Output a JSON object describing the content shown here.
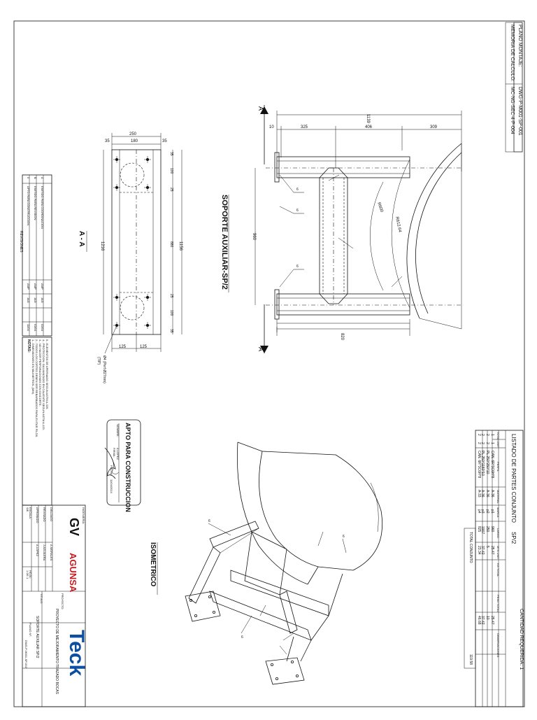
{
  "header_box": {
    "line1": "PLANO MONTAJE:",
    "line1_value": "DWG-P-M001-SP-001",
    "line2": "MEMORIA DE CALCULO:",
    "line2_value": "MC-NG-SEC-4-P-004"
  },
  "view_labels": {
    "section_left": "A",
    "section_right": "A",
    "main_title": "SOPORTE AUXILIAR-SP/2",
    "section_view": "A - A",
    "isometric": "ISOMETRICO"
  },
  "dims_front": {
    "overall": "1139",
    "d10": "10",
    "d325": "325",
    "d406": "406",
    "d309": "309",
    "height": "960",
    "bottom": "820",
    "r1": "R600",
    "r2": "R612.64"
  },
  "dims_section": {
    "top": "250",
    "d35a": "35",
    "d180": "180",
    "d35b": "35",
    "left": "1216",
    "right": "1156",
    "r35a": "35",
    "r100a": "100",
    "r25a": "25",
    "r880": "880",
    "r25b": "25",
    "r100b": "100",
    "r35b": "35",
    "bot1": "125",
    "bot2": "125",
    "hole_note": "Ø4 (Perf.Ø27mm)",
    "hole_note2": "(TIP)"
  },
  "weld_marks": [
    "6",
    "6",
    "6",
    "6",
    "6",
    "6"
  ],
  "revisions": {
    "title": "REVISIONES",
    "rows": [
      {
        "rev": "0",
        "desc": "APTO PARA CONSTRUCCION",
        "by": "AMP",
        "chk": "JAG",
        "date": "11/04"
      },
      {
        "rev": "B",
        "desc": "EMITIDO PARA REVISION",
        "by": "AMP",
        "chk": "JAG",
        "date": "03/04"
      },
      {
        "rev": "A",
        "desc": "EMITIDO PARA COORDINACION",
        "by": "AMP",
        "chk": "JAG",
        "date": "02/04"
      }
    ]
  },
  "notes": {
    "title": "NOTAS:",
    "lines": [
      "1.- DIMENSIONES EN MILIMETROS, (MM).",
      "2.- TODOS LOS CORTES DEBEN SER REBARBADOS PARA EVITAR FILOS.",
      "3.- NO HACER PERFORACIONES CON OXICORTE.",
      "4.- PROTECCION: GALVANIZADO EN CALIENTE SEGUN ASTM A-123.",
      "5.- ELEMENTOS DE APERNADO SEGUN ASTM A-325."
    ]
  },
  "stamp": {
    "title": "APTO PARA CONSTRUCCION",
    "row1": "NOMBRE:",
    "row1_val": "A.LOPEZ",
    "row2": "FIRMA:",
    "row3": "FECHA:",
    "row3_val": "11/04/2014"
  },
  "parts_list": {
    "title": "LISTADO DE PARTES CONJUNTO",
    "title_code": "SP/2",
    "qty_required": "CANTIDAD REQUERIDA: 1",
    "headers": [
      "TOTAL",
      "UNIT",
      "PERFIL",
      "MATERIAL",
      "MARCA",
      "LARGO",
      "MTS UNIT.",
      "KG TOTAL",
      "PESO TOTAL",
      "OBSERVACIONES"
    ],
    "rows": [
      {
        "total": "1",
        "unit": "1",
        "perfil": "CAN. 6R*3C6H*8",
        "material": "A-36",
        "marca": "p1",
        "largo": "960",
        "m_unit": "25.47",
        "kg": "",
        "peso": "25.47",
        "obs": ""
      },
      {
        "total": "2",
        "unit": "2",
        "perfil": "PL 250*250*10",
        "material": "A-36",
        "marca": "p2",
        "largo": "250",
        "m_unit": "5",
        "kg": "",
        "peso": "10",
        "obs": ""
      },
      {
        "total": "2",
        "unit": "2",
        "perfil": "PL 250*1180*10",
        "material": "A-36",
        "marca": "p3",
        "largo": "1907",
        "m_unit": "37.42",
        "kg": "",
        "peso": "37.42",
        "obs": ""
      },
      {
        "total": "2",
        "unit": "2",
        "perfil": "CAN. 6R*3C6H*8",
        "material": "A-33",
        "marca": "p4",
        "largo": "825",
        "m_unit": "23.34",
        "kg": "",
        "peso": "46.68",
        "obs": ""
      }
    ],
    "total_label": "TOTAL CONJUNTO",
    "total_value": "119.58"
  },
  "title_block": {
    "company": "Teck",
    "proyecto_label": "PROYECTO:",
    "proyecto": "PROYECTO DE MEJORAMIENTO TRAZADO BOCAS",
    "titulo_label": "TITULO:",
    "titulo": "SOPORTE AUXILIAR SP/2",
    "plano_label": "PLANO N°:",
    "plano": "DWG-P-M001-SP-002",
    "escala_label": "ESCALA:",
    "escala": "S/E",
    "hoja_label": "HOJA:",
    "hoja": "1 DE 1",
    "ingenieria": "INGENIERIA:",
    "logo1": "GV",
    "logo2": "AGUNSA",
    "dibujo": "DIBUJADO",
    "reviso": "REVISADO",
    "aprobo": "APROBADO",
    "name1": "A.MORALES",
    "name2": "J.AGUILERA",
    "name3": "A.LOPEZ"
  }
}
